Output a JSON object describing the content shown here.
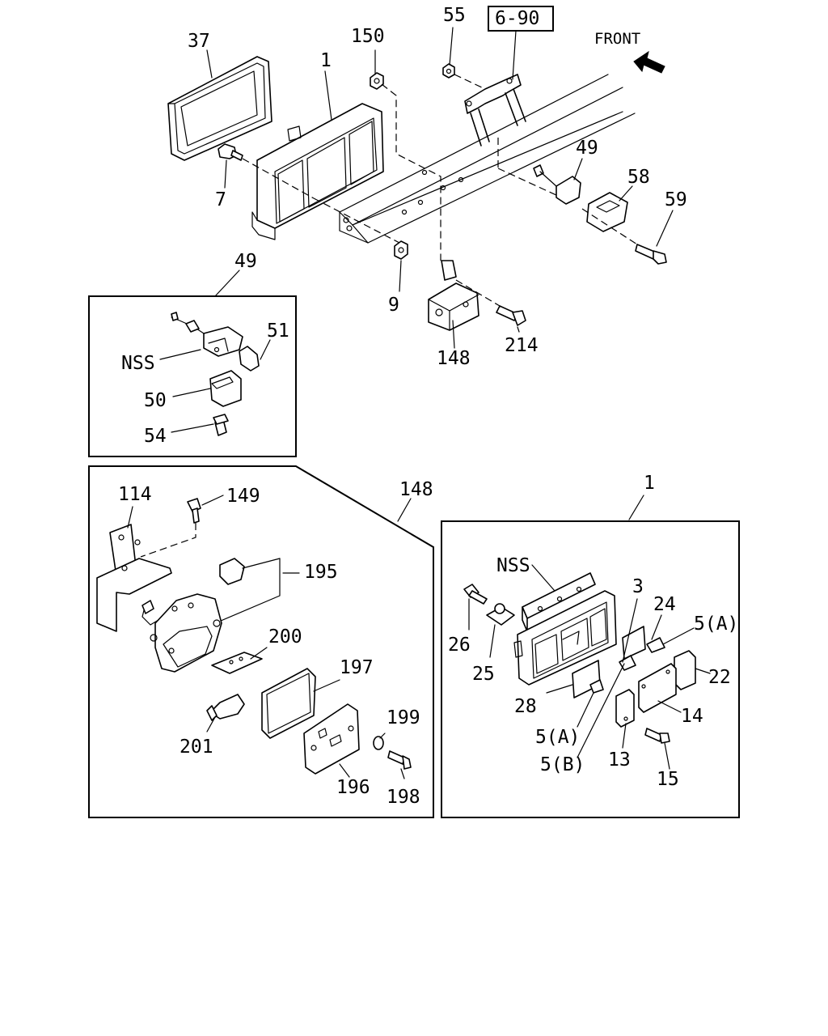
{
  "diagram": {
    "front_label": "FRONT",
    "ref_page": "6-90",
    "callouts": {
      "p37": "37",
      "p1_top": "1",
      "p150": "150",
      "p55": "55",
      "p7": "7",
      "p49_top": "49",
      "p58": "58",
      "p59": "59",
      "p9": "9",
      "p214": "214",
      "p148_top": "148",
      "p49_inset": "49",
      "p51": "51",
      "nss_inset49": "NSS",
      "p50": "50",
      "p54": "54",
      "p148_inset": "148",
      "p114": "114",
      "p149": "149",
      "p195": "195",
      "p200": "200",
      "p197": "197",
      "p199": "199",
      "p201": "201",
      "p196": "196",
      "p198": "198",
      "p1_inset": "1",
      "nss_inset1": "NSS",
      "p3": "3",
      "p24": "24",
      "p5a_top": "5(A)",
      "p26": "26",
      "p22": "22",
      "p25": "25",
      "p14": "14",
      "p28": "28",
      "p5a_bottom": "5(A)",
      "p5b": "5(B)",
      "p13": "13",
      "p15": "15"
    }
  }
}
